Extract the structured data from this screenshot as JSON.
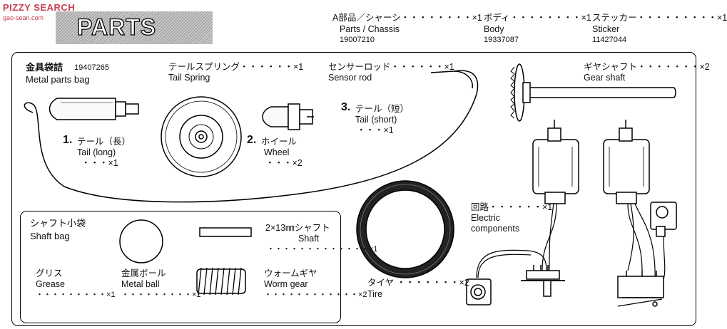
{
  "watermark": {
    "main": "PIZZY SEARCH",
    "sub": "gao-sean.com"
  },
  "header": {
    "title": "PARTS",
    "a_parts": {
      "jp": "A部品／シャーシ・・・・・・・・×1",
      "en": "Parts / Chassis",
      "code": "19007210"
    },
    "body": {
      "jp": "ボディ・・・・・・・・×1",
      "en": "Body",
      "code": "19337087"
    },
    "sticker": {
      "jp": "ステッカー・・・・・・・・・×1",
      "en": "Sticker",
      "code": "11427044"
    }
  },
  "metal_bag": {
    "jp": "金具袋詰",
    "code": "19407265",
    "en": "Metal parts bag"
  },
  "tail_spring": {
    "jp": "テールスプリング・・・・・・×1",
    "en": "Tail Spring"
  },
  "sensor_rod": {
    "jp": "センサーロッド・・・・・・×1",
    "en": "Sensor rod"
  },
  "gear_shaft": {
    "jp": "ギヤシャフト・・・・・・・×2",
    "en": "Gear shaft"
  },
  "tail_long": {
    "num": "1.",
    "jp": "テール（長）",
    "en": "Tail (long)",
    "qty": "・・・×1"
  },
  "wheel": {
    "num": "2.",
    "jp": "ホイール",
    "en": "Wheel",
    "qty": "・・・×2"
  },
  "tail_short": {
    "num": "3.",
    "jp": "テール（短）",
    "en": "Tail (short)",
    "qty": "・・・×1"
  },
  "electric": {
    "jp": "回路・・・・・・×1",
    "en1": "Electric",
    "en2": "components"
  },
  "tire": {
    "jp": "タイヤ",
    "qty": "・・・・・・・×2",
    "en": "Tire"
  },
  "shaft_bag": {
    "jp": "シャフト小袋",
    "en": "Shaft bag",
    "shaft": {
      "jp": "2×13㎜シャフト",
      "en": "Shaft",
      "qty": "・・・・・・・・・・・・・×1"
    },
    "grease": {
      "jp": "グリス",
      "en": "Grease",
      "qty": "・・・・・・・・・×1"
    },
    "metal_ball": {
      "jp": "金属ボール",
      "en": "Metal ball",
      "qty": "・・・・・・・・・×1"
    },
    "worm_gear": {
      "jp": "ウォームギヤ",
      "en": "Worm gear",
      "qty": "・・・・・・・・・・・・×2"
    }
  }
}
